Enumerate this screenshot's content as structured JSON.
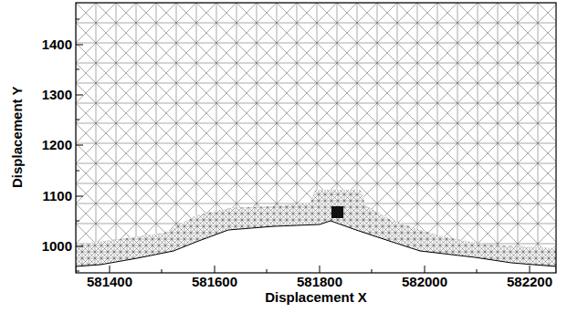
{
  "diagram": {
    "labels": [
      "1400",
      "1300",
      "1200",
      "1100",
      "1000",
      "581400",
      "581600",
      "581800",
      "582000",
      "582200",
      "Displacement Y",
      "Displacement X"
    ]
  }
}
